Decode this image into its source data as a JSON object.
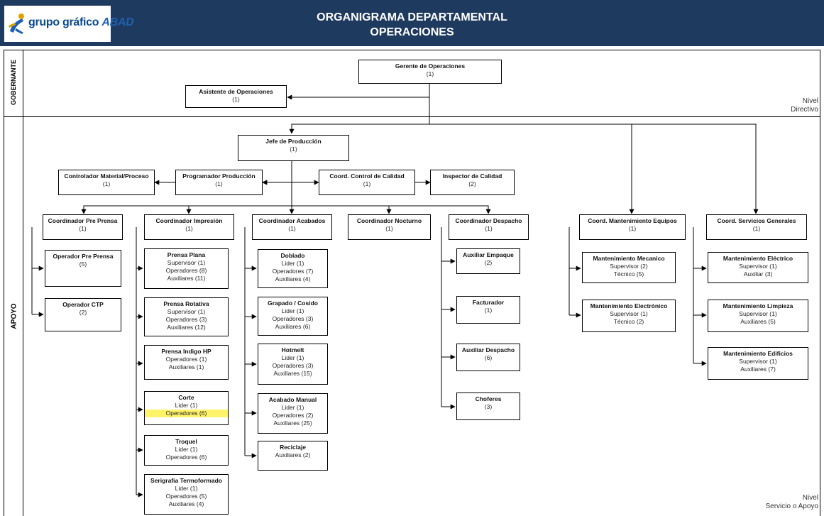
{
  "header": {
    "logo_text": "grupo gráfico",
    "logo_brand": "ABAD",
    "title_line1": "ORGANIGRAMA DEPARTAMENTAL",
    "title_line2": "OPERACIONES"
  },
  "lanes": {
    "top_label": "GOBERNANTE",
    "bottom_label": "APOYO",
    "top_level": [
      "Nivel",
      "Directivo"
    ],
    "bottom_level": [
      "Nivel",
      "Servicio o Apoyo"
    ]
  },
  "positions": [
    {
      "id": "gerente",
      "title": "Gerente de Operaciones",
      "lines": [
        "(1)"
      ]
    },
    {
      "id": "asistente",
      "title": "Asistente de Operaciones",
      "lines": [
        "(1)"
      ]
    },
    {
      "id": "jefe",
      "title": "Jefe de Producción",
      "lines": [
        "(1)"
      ]
    },
    {
      "id": "controlador",
      "title": "Controlador Material/Proceso",
      "lines": [
        "(1)"
      ]
    },
    {
      "id": "programador",
      "title": "Programador Producción",
      "lines": [
        "(1)"
      ]
    },
    {
      "id": "coord_calidad",
      "title": "Coord. Control de Calidad",
      "lines": [
        "(1)"
      ]
    },
    {
      "id": "inspector",
      "title": "Inspector de Calidad",
      "lines": [
        "(2)"
      ]
    },
    {
      "id": "coord_preprensa",
      "title": "Coordinador Pre Prensa",
      "lines": [
        "(1)"
      ]
    },
    {
      "id": "coord_impresion",
      "title": "Coordinador Impresión",
      "lines": [
        "(1)"
      ]
    },
    {
      "id": "coord_acabados",
      "title": "Coordinador Acabados",
      "lines": [
        "(1)"
      ]
    },
    {
      "id": "coord_nocturno",
      "title": "Coordinador Nocturno",
      "lines": [
        "(1)"
      ]
    },
    {
      "id": "coord_despacho",
      "title": "Coordinador Despacho",
      "lines": [
        "(1)"
      ]
    },
    {
      "id": "coord_mant",
      "title": "Coord. Mantenimiento Equipos",
      "lines": [
        "(1)"
      ]
    },
    {
      "id": "coord_serv",
      "title": "Coord. Servicios Generales",
      "lines": [
        "(1)"
      ]
    },
    {
      "id": "op_preprensa",
      "title": "Operador Pre Prensa",
      "lines": [
        "(5)"
      ]
    },
    {
      "id": "op_ctp",
      "title": "Operador CTP",
      "lines": [
        "(2)"
      ]
    },
    {
      "id": "prensa_plana",
      "title": "Prensa Plana",
      "lines": [
        "Supervisor (1)",
        "Operadores (8)",
        "Auxiliares (11)"
      ]
    },
    {
      "id": "prensa_rotativa",
      "title": "Prensa Rotativa",
      "lines": [
        "Supervisor (1)",
        "Operadores (3)",
        "Auxiliares (12)"
      ]
    },
    {
      "id": "prensa_indigo",
      "title": "Prensa Indigo HP",
      "lines": [
        "Operadores (1)",
        "Auxiliares (1)"
      ]
    },
    {
      "id": "corte",
      "title": "Corte",
      "lines": [
        "Lider (1)",
        "Operadores (6)"
      ]
    },
    {
      "id": "troquel",
      "title": "Troquel",
      "lines": [
        "Lider (1)",
        "Operadores (6)"
      ]
    },
    {
      "id": "serigrafia",
      "title": "Serigrafia Termoformado",
      "lines": [
        "Lider (1)",
        "Operadores (5)",
        "Auxiliares (4)"
      ]
    },
    {
      "id": "doblado",
      "title": "Doblado",
      "lines": [
        "Lider (1)",
        "Operadores (7)",
        "Auxiliares (4)"
      ]
    },
    {
      "id": "grapado",
      "title": "Grapado / Cosido",
      "lines": [
        "Lider (1)",
        "Operadores (3)",
        "Auxiliares (6)"
      ]
    },
    {
      "id": "hotmelt",
      "title": "Hotmelt",
      "lines": [
        "Lider (1)",
        "Operadores (3)",
        "Auxiliares (15)"
      ]
    },
    {
      "id": "acabado_manual",
      "title": "Acabado Manual",
      "lines": [
        "Lider (1)",
        "Operadores (2)",
        "Auxiliares (25)"
      ]
    },
    {
      "id": "reciclaje",
      "title": "Reciclaje",
      "lines": [
        "Auxiliares (2)"
      ]
    },
    {
      "id": "aux_empaque",
      "title": "Auxiliar Empaque",
      "lines": [
        "(2)"
      ]
    },
    {
      "id": "facturador",
      "title": "Facturador",
      "lines": [
        "(1)"
      ]
    },
    {
      "id": "aux_despacho",
      "title": "Auxiliar Despacho",
      "lines": [
        "(6)"
      ]
    },
    {
      "id": "choferes",
      "title": "Choferes",
      "lines": [
        "(3)"
      ]
    },
    {
      "id": "mant_mecanico",
      "title": "Mantenimiento Mecanico",
      "lines": [
        "Supervisor (2)",
        "Técnico (5)"
      ]
    },
    {
      "id": "mant_electronico",
      "title": "Mantenimiento Electrónico",
      "lines": [
        "Supervisor (1)",
        "Técnico (2)"
      ]
    },
    {
      "id": "mant_electrico",
      "title": "Mantenimiento Eléctrico",
      "lines": [
        "Supervisor (1)",
        "Auxiliar (3)"
      ]
    },
    {
      "id": "mant_limpieza",
      "title": "Mantenimiento Limpieza",
      "lines": [
        "Supervisor (1)",
        "Auxiliares (5)"
      ]
    },
    {
      "id": "mant_edificios",
      "title": "Mantenimiento Edificios",
      "lines": [
        "Supervisor (1)",
        "Auxiliares (7)"
      ]
    }
  ],
  "highlight": {
    "position": "corte",
    "line_index": 1,
    "color": "#fff36a"
  },
  "colors": {
    "header_bg": "#1f3a5f",
    "header_text": "#ffffff",
    "highlight": "#fff36a"
  }
}
